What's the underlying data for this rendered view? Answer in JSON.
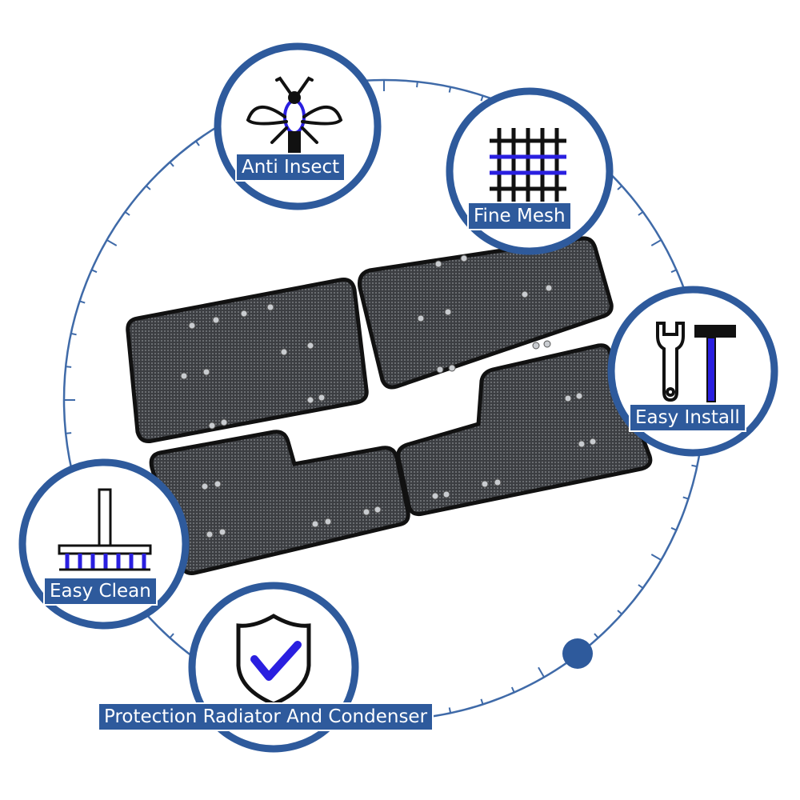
{
  "features": {
    "anti_insect": "Anti Insect",
    "fine_mesh": "Fine Mesh",
    "easy_install": "Easy Install",
    "easy_clean": "Easy Clean",
    "protection": "Protection Radiator And Condenser"
  },
  "colors": {
    "ring_blue": "#2e5a9c",
    "accent_purple": "#2a1fe0",
    "panel_dark": "#3b3d40",
    "label_bg": "#2e5a9c"
  },
  "icons": [
    "insect-icon",
    "mesh-icon",
    "wrench-icon",
    "hammer-icon",
    "brush-icon",
    "shield-check-icon"
  ]
}
